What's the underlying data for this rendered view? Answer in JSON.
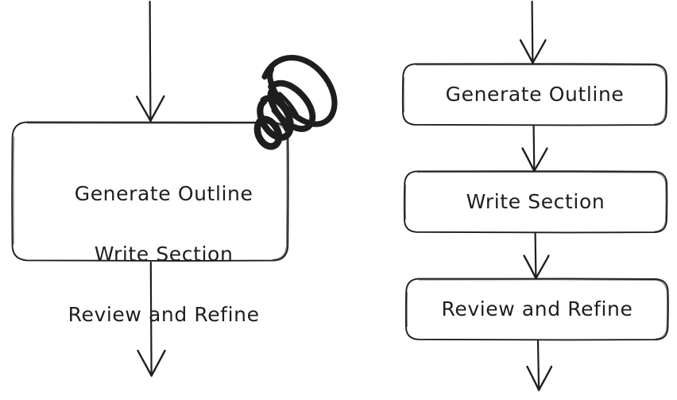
{
  "diagram": {
    "title": "Writing workflow flowchart comparison",
    "background_color": "#ffffff",
    "stroke_color": "#1e1e1e",
    "text_color": "#1e1e1e",
    "annotation_color": "#1e1e1e",
    "style": "hand-drawn"
  },
  "left_panel": {
    "name": "merged-node-panel",
    "node": {
      "id": "merged-node",
      "shape": "rounded-rectangle",
      "line_1": "Generate Outline",
      "line_2": "Write Section",
      "line_3": "Review and Refine",
      "text": "Generate Outline\nWrite Section\nReview and Refine"
    },
    "incoming_arrow": {
      "name": "arrow-into-merged-node",
      "direction": "down"
    },
    "outgoing_arrow": {
      "name": "arrow-out-of-merged-node",
      "direction": "down"
    },
    "annotation": {
      "name": "scribble-annotation",
      "type": "freehand-scribble",
      "description": "hand-drawn looping scribble mark"
    }
  },
  "right_panel": {
    "name": "sequence-node-panel",
    "incoming_arrow": {
      "name": "arrow-into-generate-outline",
      "direction": "down"
    },
    "nodes": [
      {
        "id": "generate-outline",
        "shape": "rounded-rectangle",
        "label": "Generate Outline"
      },
      {
        "id": "write-section",
        "shape": "rounded-rectangle",
        "label": "Write Section"
      },
      {
        "id": "review-and-refine",
        "shape": "rounded-rectangle",
        "label": "Review and Refine"
      }
    ],
    "connectors": [
      {
        "name": "arrow-generate-outline-to-write-section",
        "from": "generate-outline",
        "to": "write-section",
        "direction": "down"
      },
      {
        "name": "arrow-write-section-to-review-and-refine",
        "from": "write-section",
        "to": "review-and-refine",
        "direction": "down"
      }
    ],
    "outgoing_arrow": {
      "name": "arrow-out-of-review-and-refine",
      "direction": "down"
    }
  }
}
